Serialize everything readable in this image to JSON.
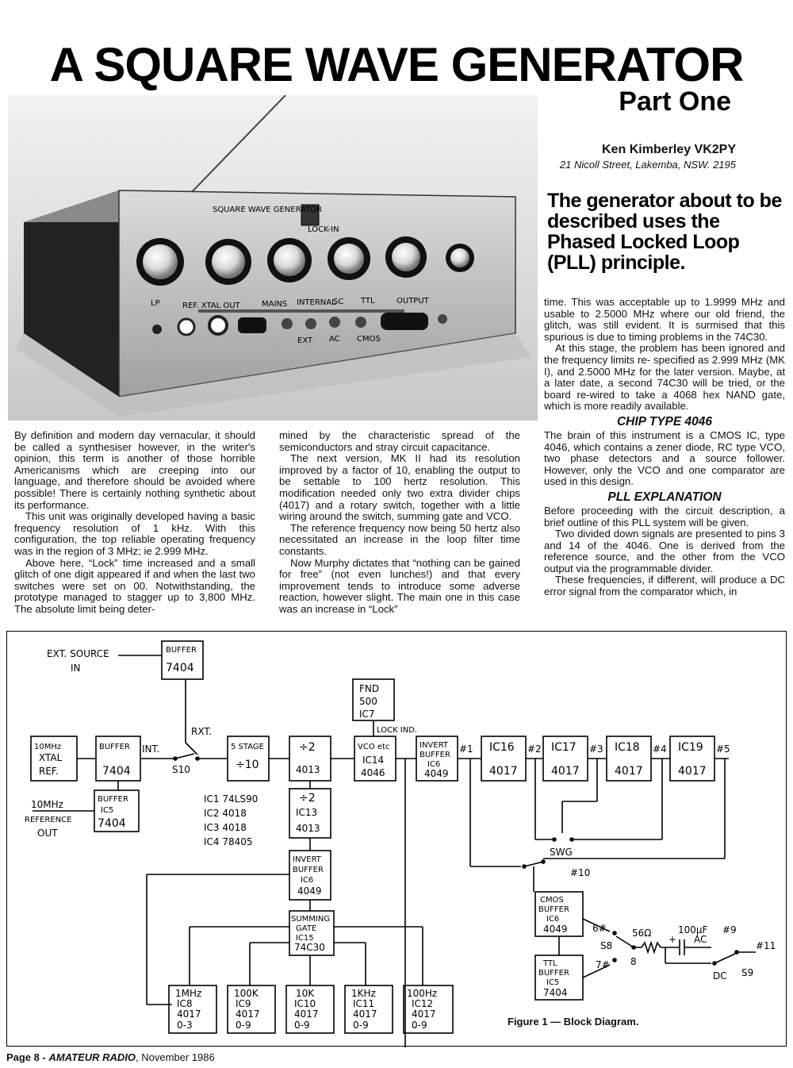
{
  "header": {
    "title": "A SQUARE WAVE GENERATOR",
    "part": "Part One",
    "author": "Ken Kimberley VK2PY",
    "address": "21 Nicoll Street, Lakemba, NSW. 2195",
    "deck": "The generator about to be described uses the Phased Locked Loop (PLL) principle."
  },
  "photo": {
    "panel_title": "SQUARE WAVE GENERATOR",
    "panel_labels": [
      "LOCK-IN",
      "LP",
      "REF. XTAL OUT",
      "MAINS",
      "INTERNAL",
      "SC",
      "TTL",
      "OUTPUT",
      "EXT",
      "AC",
      "CMOS"
    ]
  },
  "body": {
    "col1": [
      "By definition and modern day vernacular, it should be called a synthesiser however, in the writer's opinion, this term is another of those horrible Americanisms which are creeping into our language, and therefore should be avoided where possible! There is certainly nothing synthetic about its performance.",
      "This unit was originally developed having a basic frequency resolution of 1 kHz. With this configuration, the top reliable operating frequency was in the region of 3 MHz; ie 2.999 MHz.",
      "Above here, “Lock” time increased and a small glitch of one digit appeared if and when the last two switches were set on 00. Notwithstanding, the prototype managed to stagger up to 3,800 MHz. The absolute limit being deter-"
    ],
    "col2": [
      "mined by the characteristic spread of the semiconductors and stray circuit capacitance.",
      "The next version, MK II had its resolution improved by a factor of 10, enabling the output to be settable to 100 hertz resolution. This modification needed only two extra divider chips (4017) and a rotary switch, together with a little wiring around the switch, summing gate and VCO.",
      "The reference frequency now being 50 hertz also necessitated an increase in the loop filter time constants.",
      "Now Murphy dictates that “nothing can be gained for free” (not even lunches!) and that every improvement tends to introduce some adverse reaction, however slight. The main one in this case was an increase in “Lock”"
    ],
    "col3_intro": [
      "time. This was acceptable up to 1.9999 MHz and usable to 2.5000 MHz where our old friend, the glitch, was still evident. It is surmised that this spurious is due to timing problems in the 74C30.",
      "At this stage, the problem has been ignored and the frequency limits re- specified as 2.999 MHz (MK I), and 2.5000 MHz for the later version. Maybe, at a later date, a second 74C30 will be tried, or the board re-wired to take a 4068 hex NAND gate, which is more readily available."
    ],
    "heading_chip": "CHIP TYPE 4046",
    "chip_text": "The brain of this instrument is a CMOS IC, type 4046, which contains a zener diode, RC type VCO, two phase detectors and a source follower. However, only the VCO and one comparator are used in this design.",
    "heading_pll": "PLL EXPLANATION",
    "pll_text": [
      "Before proceeding with the circuit description, a brief outline of this PLL system will be given.",
      "Two divided down signals are presented to pins 3 and 14 of the 4046. One is derived from the reference source, and the other from the VCO output via the programmable divider.",
      "These frequencies, if different, will produce a DC error signal from the comparator which, in"
    ]
  },
  "diagram": {
    "ext_source": "EXT. SOURCE",
    "ext_in": "IN",
    "buffer_top": [
      "BUFFER",
      "7404"
    ],
    "rxt": "RXT.",
    "xtal": [
      "10MHz",
      "XTAL",
      "REF."
    ],
    "buffer_main": [
      "BUFFER",
      "7404"
    ],
    "int": "INT.",
    "s10": "S10",
    "ref_out": [
      "10MHz",
      "REFERENCE",
      "OUT"
    ],
    "buffer_ic5": [
      "BUFFER",
      "IC5",
      "7404"
    ],
    "stage5": [
      "5 STAGE",
      "÷10"
    ],
    "ic_list": [
      "IC1  74LS90",
      "IC2  4018",
      "IC3  4018",
      "IC4  78405"
    ],
    "div2a": [
      "÷2",
      "4013"
    ],
    "div2b": [
      "÷2",
      "IC13",
      "4013"
    ],
    "fnd": [
      "FND",
      "500",
      "IC7"
    ],
    "lock_ind": "LOCK IND.",
    "vco": [
      "VCO etc",
      "IC14",
      "4046"
    ],
    "invert_top": [
      "INVERT",
      "BUFFER",
      "IC6",
      "4049"
    ],
    "ic16": [
      "IC16",
      "4017"
    ],
    "ic17": [
      "IC17",
      "4017"
    ],
    "ic18": [
      "IC18",
      "4017"
    ],
    "ic19": [
      "IC19",
      "4017"
    ],
    "taps": [
      "#1",
      "#2",
      "#3",
      "#4",
      "#5"
    ],
    "swg": "SWG",
    "tap10": "#10",
    "invert_mid": [
      "INVERT",
      "BUFFER",
      "IC6",
      "4049"
    ],
    "summing": [
      "SUMMING",
      "GATE",
      "IC15",
      "74C30"
    ],
    "cmos_buf": [
      "CMOS",
      "BUFFER",
      "IC6",
      "4049"
    ],
    "ttl_buf": [
      "TTL",
      "BUFFER",
      "IC5",
      "7404"
    ],
    "out_labels": [
      "6#",
      "S8",
      "7#",
      "8",
      "56Ω",
      "100µF",
      "AC",
      "#9",
      "DC",
      "S9",
      "#11"
    ],
    "decades": [
      [
        "1MHz",
        "IC8",
        "4017",
        "0-3"
      ],
      [
        "100K",
        "IC9",
        "4017",
        "0-9"
      ],
      [
        "10K",
        "IC10",
        "4017",
        "0-9"
      ],
      [
        "1KHz",
        "IC11",
        "4017",
        "0-9"
      ],
      [
        "100Hz",
        "IC12",
        "4017",
        "0-9"
      ]
    ]
  },
  "caption": "Figure 1 — Block Diagram.",
  "footer": {
    "page": "Page 8",
    "publication": "AMATEUR RADIO",
    "date": "November 1986"
  }
}
